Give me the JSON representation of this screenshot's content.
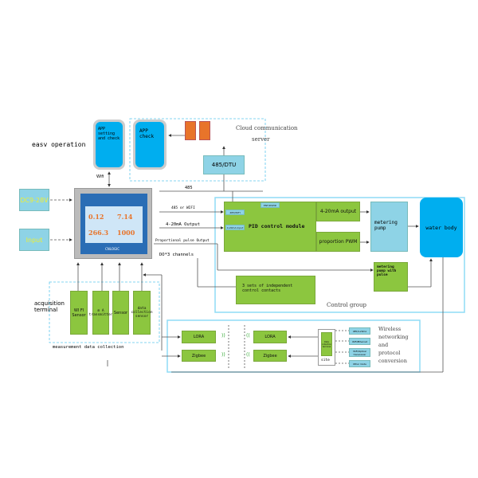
{
  "easy_operation": "easv operation",
  "app_setting": "APP setting and check",
  "app_check": "APP check",
  "cloud_server": [
    "Cloud communication",
    "server"
  ],
  "dtu": "485/DTU",
  "wifi": "Wifi",
  "power": "DC9-28V",
  "input": "Input",
  "display": {
    "v1": "0.12",
    "v2": "7.14",
    "v3": "266.3",
    "v4": "1000",
    "brand": "CNLOGIC"
  },
  "lines": {
    "l485": "485",
    "wifi485": "485 or WIFI",
    "ma": "4-20mA Output",
    "pulse": "Proportional pulse Output",
    "do": "DO*3 channels"
  },
  "pid": {
    "title": "PID control module",
    "in1": "485/WIFI",
    "in2": "4-20mA Input",
    "top": "ENT/DSPID",
    "out1": "4-20mA output",
    "out2": "proportion PWM"
  },
  "metering_pump": "metering pump",
  "water_body": "water body",
  "pulse_pump": "metering pump with pulse",
  "contacts": "3 sets of independent control contacts",
  "control_group": "Control group",
  "acq": "acquisition terminal",
  "sensors": [
    "WI FI Sensor",
    "m A transmitter",
    "Sensor",
    "data collection sensor"
  ],
  "measurement": "measurement data collection",
  "wireless": {
    "lora": "LORA",
    "zigbee": "Zigbee",
    "site": "site",
    "terminal": "Data collection terminal",
    "modes": [
      "485/4-20mA",
      "WiFi/Ethernet",
      "WiFi/Optical transceiver",
      "Other mode"
    ],
    "label": [
      "Wireless",
      "networking",
      "and",
      "protocol",
      "conversion"
    ]
  }
}
